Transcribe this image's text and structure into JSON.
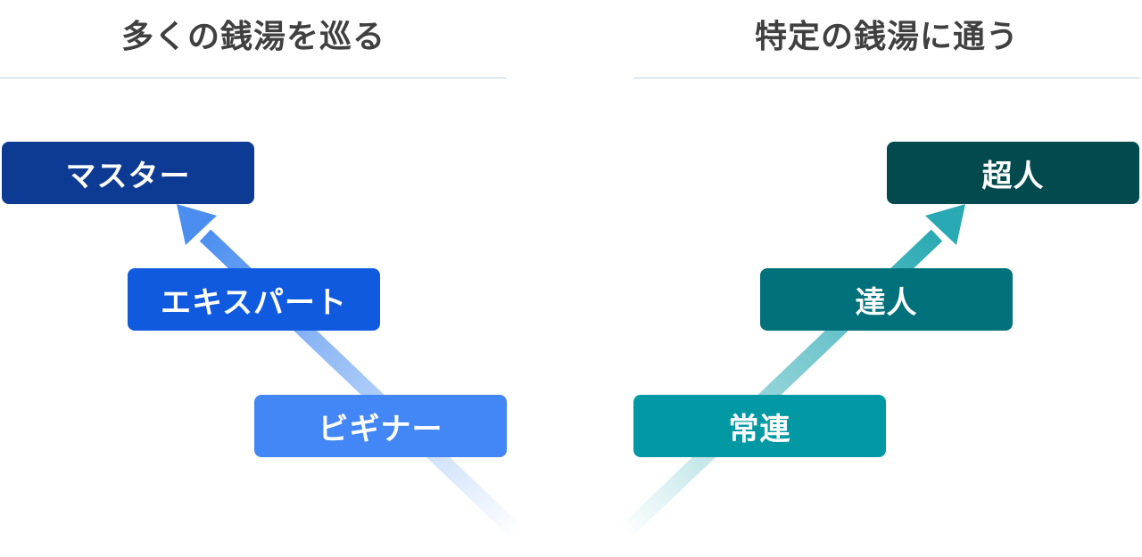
{
  "left": {
    "heading": "多くの銭湯を巡る",
    "levels": [
      "マスター",
      "エキスパート",
      "ビギナー"
    ],
    "colors": {
      "master": "#0d3a92",
      "expert": "#0f5adf",
      "beginner": "#4287f5",
      "arrow": "#4b8ef0"
    }
  },
  "right": {
    "heading": "特定の銭湯に通う",
    "levels": [
      "超人",
      "達人",
      "常連"
    ],
    "colors": {
      "superhuman": "#034a4f",
      "master": "#00717a",
      "regular": "#0399a4",
      "arrow": "#29a9b3"
    }
  }
}
